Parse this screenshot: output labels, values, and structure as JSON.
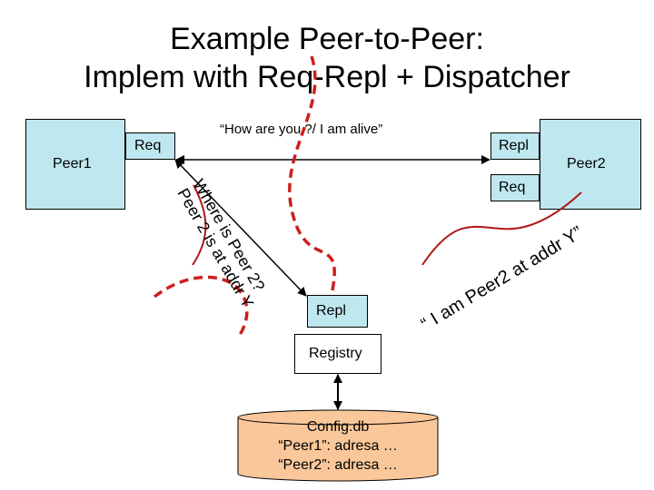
{
  "title": {
    "line1": "Example Peer-to-Peer:",
    "line2": "Implem with Req-Repl + Dispatcher"
  },
  "peer1": {
    "label": "Peer1",
    "req_label": "Req"
  },
  "peer2": {
    "label": "Peer2",
    "repl_label": "Repl",
    "req_label": "Req"
  },
  "message_top": "“How are you ?/ I am alive”",
  "dispatcher": {
    "repl_label": "Repl",
    "registry_label": "Registry"
  },
  "query_text": {
    "line1": "Where is Peer 2?",
    "line2": "Peer 2 is at addr Y"
  },
  "reply_text": "“ I am Peer2 at addr Y”",
  "config_db": {
    "line1": "Config.db",
    "line2": "“Peer1”: adresa …",
    "line3": "“Peer2”: adresa …"
  },
  "colors": {
    "box_fill": "#bfe7ef",
    "db_fill": "#f9c79a",
    "dash_red": "#cc1f1f",
    "curve_red": "#b01818"
  }
}
